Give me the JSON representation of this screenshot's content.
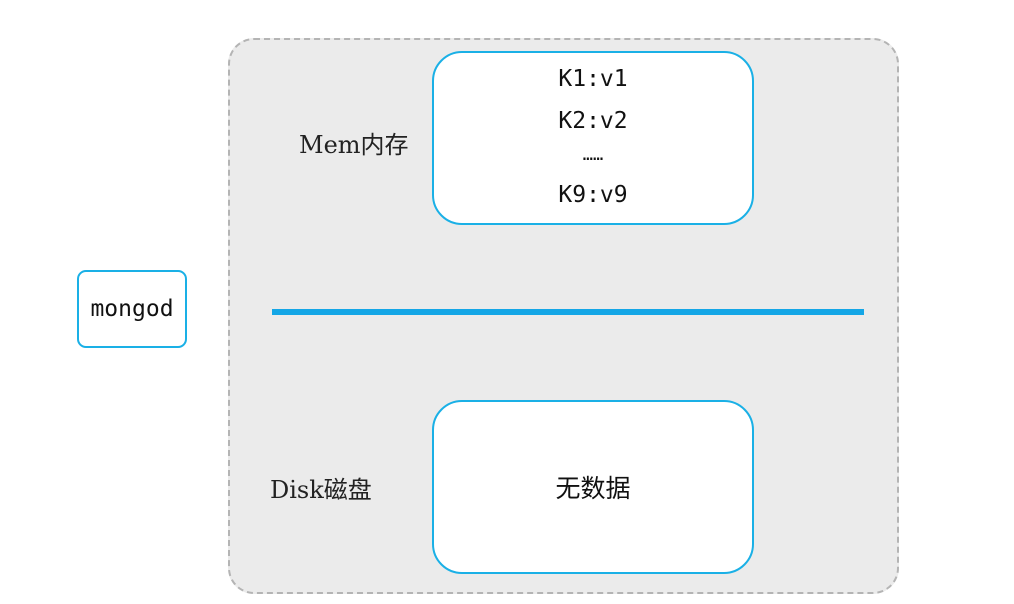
{
  "process": {
    "label": "mongod"
  },
  "memory": {
    "label": "Mem内存",
    "entries": [
      "K1:v1",
      "K2:v2",
      "……",
      "K9:v9"
    ]
  },
  "disk": {
    "label": "Disk磁盘",
    "content": "无数据"
  },
  "colors": {
    "accent": "#1ab0e6",
    "divider": "#14a6e6",
    "container_fill": "#ebebeb",
    "container_border": "#b4b4b4"
  }
}
